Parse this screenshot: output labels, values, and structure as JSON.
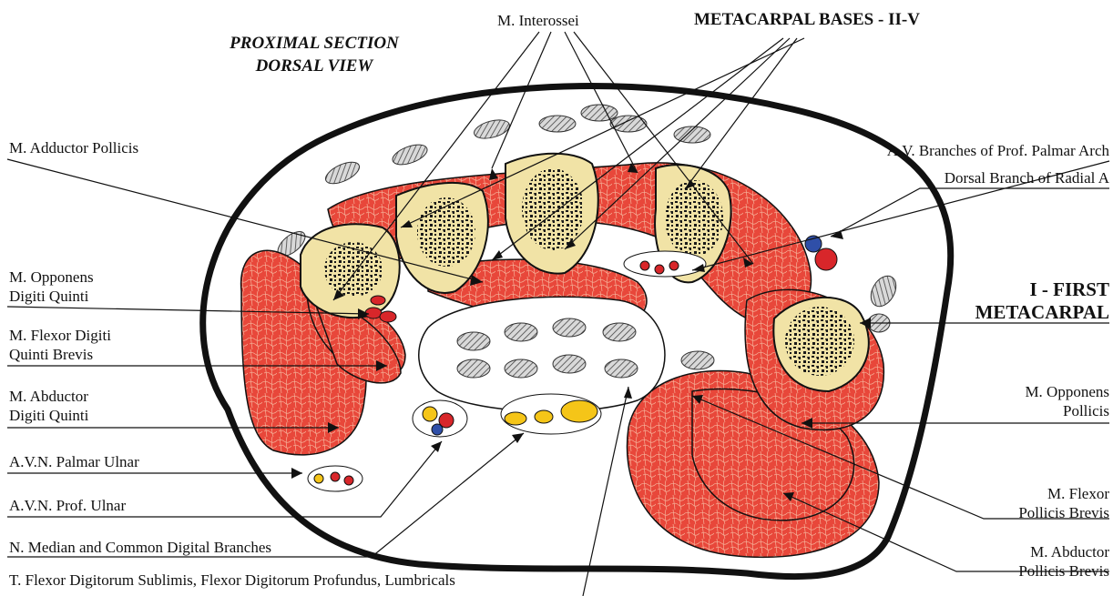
{
  "header": {
    "section_line1": "PROXIMAL SECTION",
    "section_line2": "DORSAL VIEW",
    "interossei": "M. Interossei",
    "metacarpal_bases": "METACARPAL BASES - II-V"
  },
  "left_labels": {
    "adductor_pollicis": "M. Adductor Pollicis",
    "opponens_dq_1": "M. Opponens",
    "opponens_dq_2": "Digiti Quinti",
    "flexor_dq_1": "M. Flexor Digiti",
    "flexor_dq_2": "Quinti Brevis",
    "abductor_dq_1": "M. Abductor",
    "abductor_dq_2": "Digiti Quinti",
    "avn_palmar_ulnar": "A.V.N. Palmar Ulnar",
    "avn_prof_ulnar": "A.V.N. Prof. Ulnar",
    "n_median": "N. Median and Common Digital Branches",
    "tendons": "T. Flexor Digitorum Sublimis, Flexor Digitorum Profundus, Lumbricals"
  },
  "right_labels": {
    "av_branches": "A.V. Branches of Prof. Palmar Arch",
    "dorsal_branch": "Dorsal Branch of Radial A",
    "first_metacarpal_1": "I - FIRST",
    "first_metacarpal_2": "METACARPAL",
    "opponens_pollicis_1": "M. Opponens",
    "opponens_pollicis_2": "Pollicis",
    "flexor_pollicis_1": "M. Flexor",
    "flexor_pollicis_2": "Pollicis Brevis",
    "abductor_pollicis_1": "M. Abductor",
    "abductor_pollicis_2": "Pollicis Brevis"
  },
  "colors": {
    "muscle": "#e8473a",
    "muscle_fiber": "#f6b39a",
    "bone": "#f1e3a6",
    "marrow": "#1a1a1a",
    "artery": "#d8262a",
    "vein": "#2f4fa8",
    "nerve": "#f5c518",
    "tendon": "#bcbcbc",
    "outline": "#111111"
  }
}
